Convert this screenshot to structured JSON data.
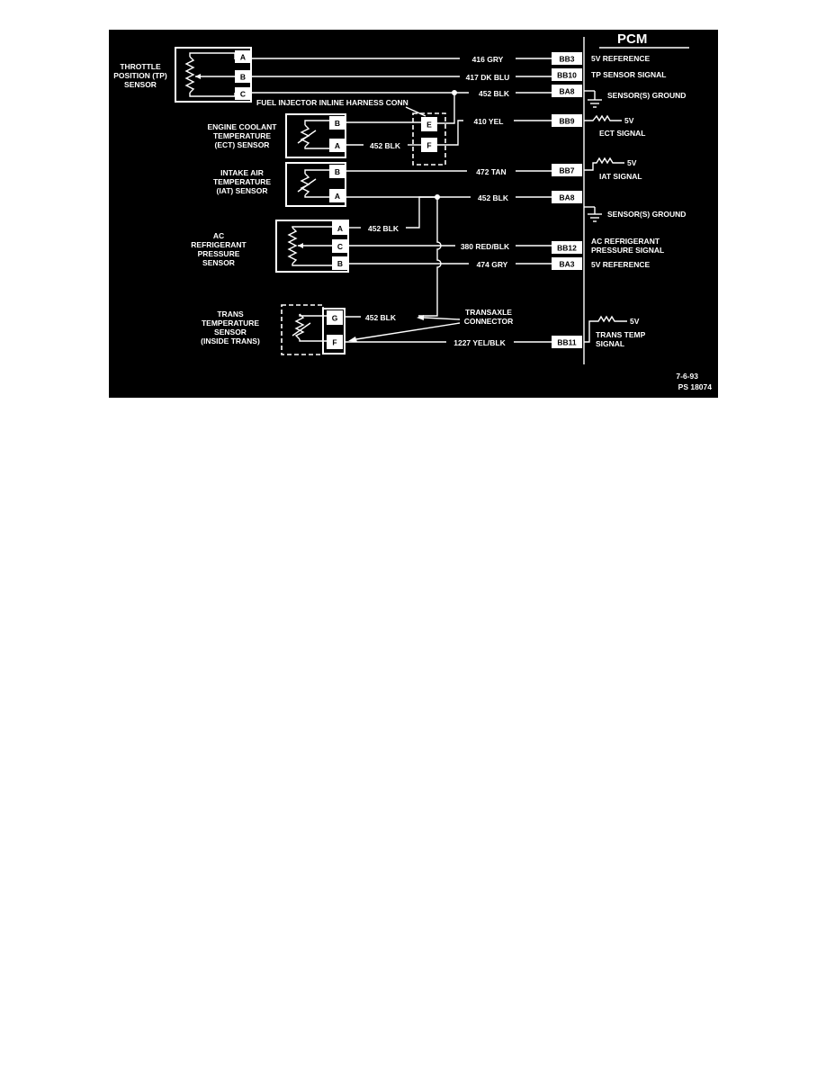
{
  "colors": {
    "background": "#000000",
    "ink": "#ffffff",
    "page": "#ffffff"
  },
  "pcm": {
    "title": "PCM"
  },
  "sensors": {
    "tp": [
      "THROTTLE",
      "POSITION (TP)",
      "SENSOR"
    ],
    "ect": [
      "ENGINE COOLANT",
      "TEMPERATURE",
      "(ECT) SENSOR"
    ],
    "iat": [
      "INTAKE AIR",
      "TEMPERATURE",
      "(IAT) SENSOR"
    ],
    "ac": [
      "AC",
      "REFRIGERANT",
      "PRESSURE",
      "SENSOR"
    ],
    "trans": [
      "TRANS",
      "TEMPERATURE",
      "SENSOR",
      "(INSIDE TRANS)"
    ]
  },
  "pins": {
    "tp": [
      "A",
      "B",
      "C"
    ],
    "ect": [
      "B",
      "A"
    ],
    "iat": [
      "B",
      "A"
    ],
    "ac": [
      "A",
      "C",
      "B"
    ],
    "trans": [
      "G",
      "F"
    ],
    "harness": [
      "E",
      "F"
    ]
  },
  "wires": {
    "w416": "416 GRY",
    "w417": "417 DK BLU",
    "w452_tp": "452 BLK",
    "w410": "410 YEL",
    "w452_ect": "452 BLK",
    "w472": "472 TAN",
    "w452_iat": "452 BLK",
    "w452_ac": "452 BLK",
    "w380": "380 RED/BLK",
    "w474": "474 GRY",
    "w452_trans": "452 BLK",
    "w1227": "1227 YEL/BLK"
  },
  "terminals": [
    "BB3",
    "BB10",
    "BA8",
    "BB9",
    "BB7",
    "BA8",
    "BB12",
    "BA3",
    "BB11"
  ],
  "signals": {
    "s1": "5V REFERENCE",
    "s2": "TP SENSOR  SIGNAL",
    "s3": "SENSOR(S) GROUND",
    "s4_v": "5V",
    "s4": "ECT SIGNAL",
    "s5_v": "5V",
    "s5": "IAT SIGNAL",
    "s6": "SENSOR(S) GROUND",
    "s7": [
      "AC REFRIGERANT",
      "PRESSURE SIGNAL"
    ],
    "s8": "5V REFERENCE",
    "s9_v": "5V",
    "s9": [
      "TRANS TEMP",
      "SIGNAL"
    ]
  },
  "connectors": {
    "harness": "FUEL INJECTOR INLINE HARNESS CONN",
    "transaxle": [
      "TRANSAXLE",
      "CONNECTOR"
    ]
  },
  "footer": {
    "date": "7-6-93",
    "code": "PS 18074"
  }
}
